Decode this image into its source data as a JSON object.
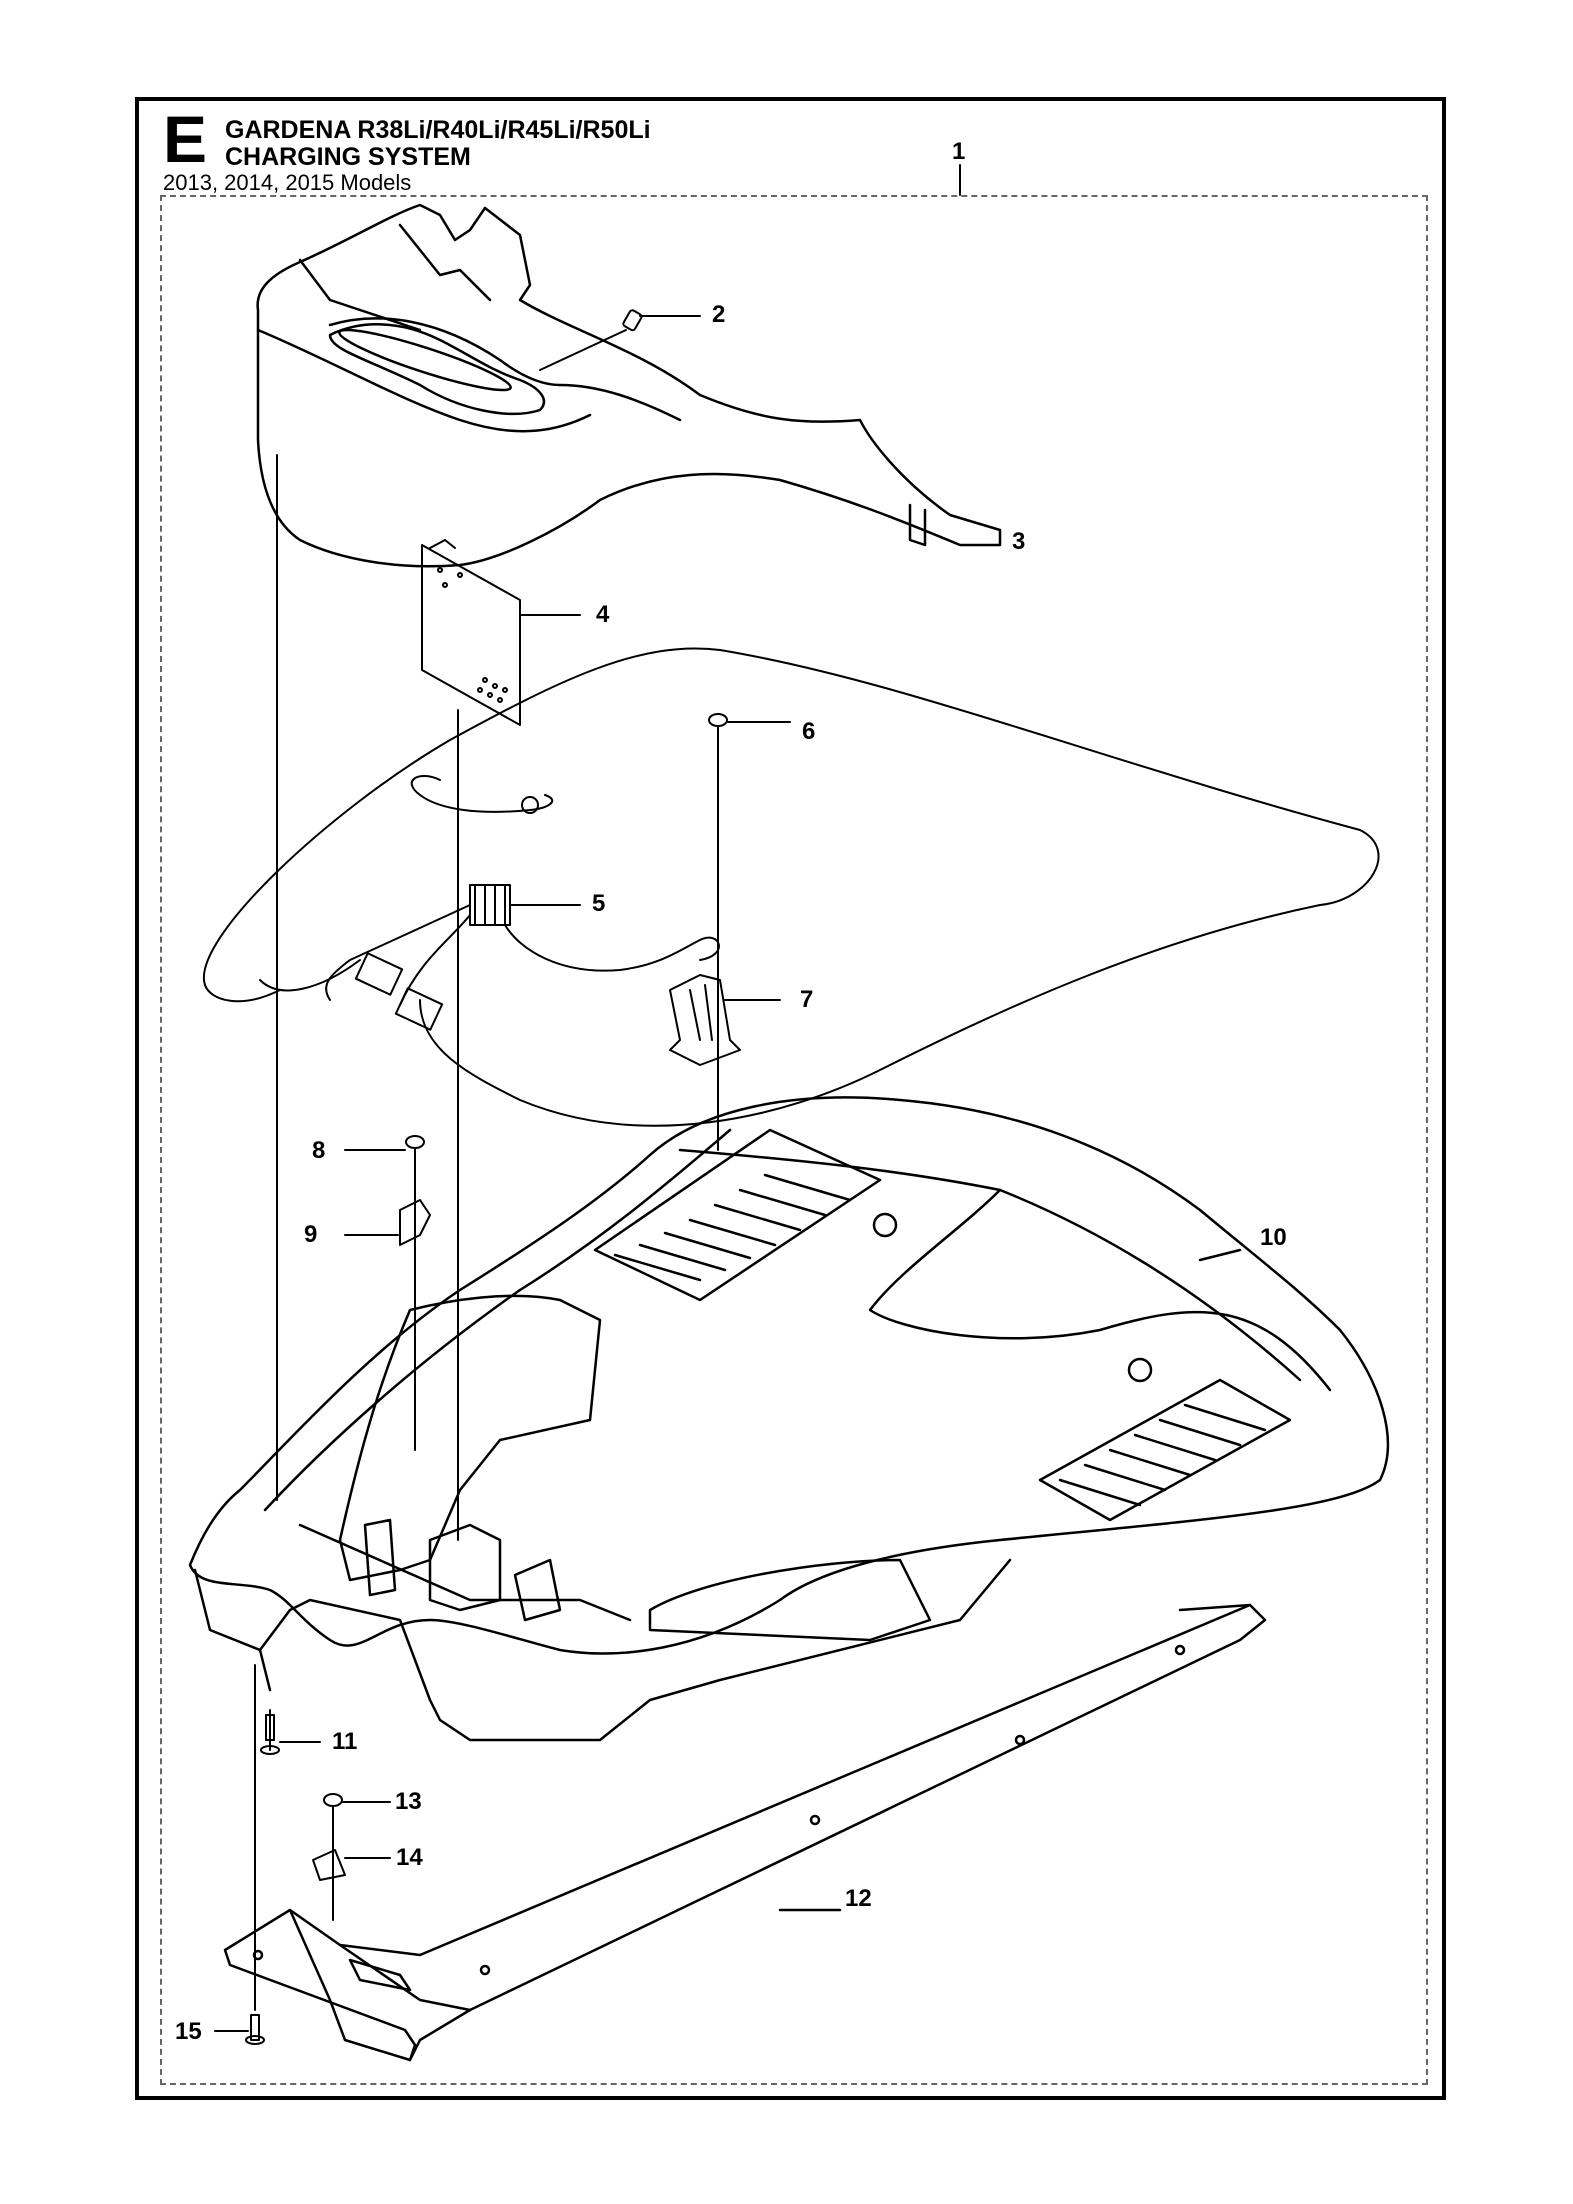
{
  "header": {
    "section": "E",
    "title_line1": "GARDENA R38Li/R40Li/R45Li/R50Li",
    "title_line2": "CHARGING SYSTEM",
    "models": "2013, 2014, 2015 Models"
  },
  "callouts": [
    "1",
    "2",
    "3",
    "4",
    "5",
    "6",
    "7",
    "8",
    "9",
    "10",
    "11",
    "12",
    "13",
    "14",
    "15"
  ],
  "colors": {
    "line": "#000000",
    "frame": "#000000",
    "dashed": "#666666"
  }
}
